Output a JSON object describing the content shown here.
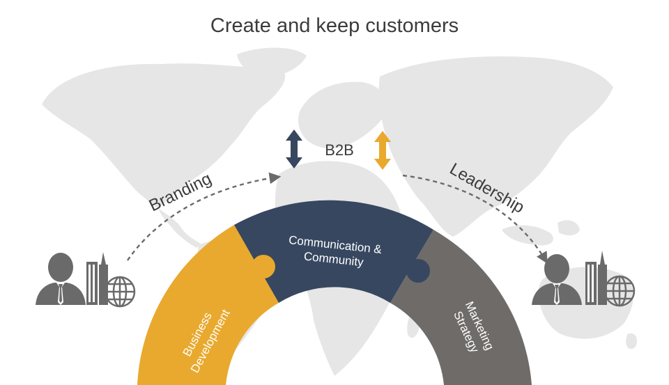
{
  "title": "Create and keep customers",
  "center_label": "B2B",
  "arrow_labels": {
    "left": "Branding",
    "right": "Leadership"
  },
  "segments": [
    {
      "key": "business",
      "lines": [
        "Business",
        "Development"
      ],
      "color": "#E8A92E"
    },
    {
      "key": "communication",
      "lines": [
        "Communication &",
        "Community"
      ],
      "color": "#374760"
    },
    {
      "key": "marketing",
      "lines": [
        "Marketing",
        "Strategy"
      ],
      "color": "#6E6B69"
    }
  ],
  "colors": {
    "map": "#E6E6E6",
    "text": "#3b3b3b",
    "dashed_arrow": "#6a6a6a",
    "arrow_navy": "#374760",
    "arrow_gold": "#E8A92E",
    "figure": "#6a6a6a"
  },
  "icons": {
    "left": [
      "businessman-icon",
      "skyscraper-icon",
      "globe-icon"
    ],
    "right": [
      "businessman-icon",
      "skyscraper-icon",
      "globe-icon"
    ]
  }
}
